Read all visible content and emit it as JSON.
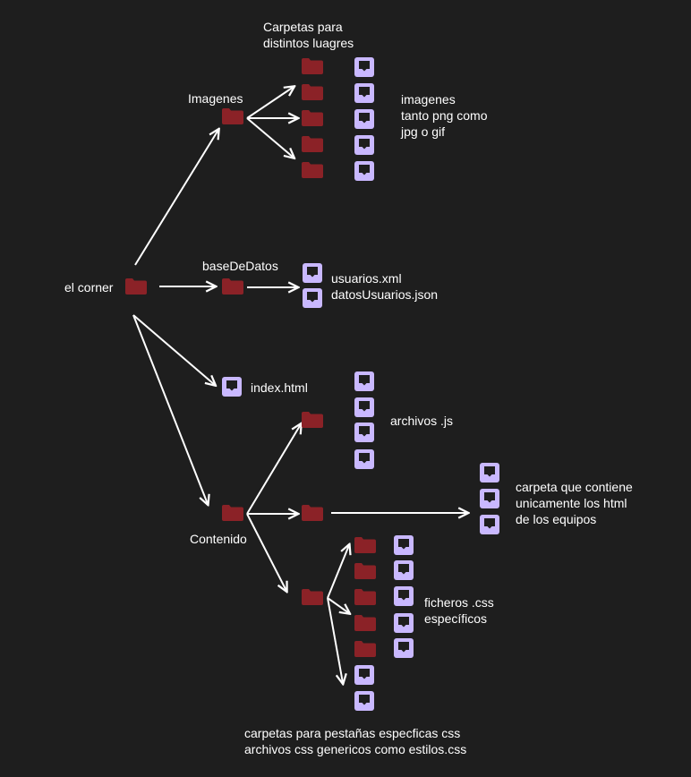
{
  "labels": {
    "root": "el corner",
    "imagenes": "Imagenes",
    "carpetas_line1": "Carpetas para",
    "carpetas_line2": "distintos luagres",
    "imagenes_desc_line1": "imagenes",
    "imagenes_desc_line2": "tanto png como",
    "imagenes_desc_line3": "jpg o gif",
    "base_de_datos": "baseDeDatos",
    "usuarios_xml": "usuarios.xml",
    "datos_usuarios_json": "datosUsuarios.json",
    "index_html": "index.html",
    "archivos_js": "archivos .js",
    "contenido": "Contenido",
    "carpeta_html_line1": "carpeta que contiene",
    "carpeta_html_line2": "unicamente los html",
    "carpeta_html_line3": "de los equipos",
    "ficheros_css_line1": "ficheros .css",
    "ficheros_css_line2": "específicos",
    "bottom_line1": "carpetas para pestañas especficas css",
    "bottom_line2": "archivos css genericos como estilos.css"
  },
  "colors": {
    "background": "#1e1e1e",
    "folder": "#8b2227",
    "file": "#c9b8ff",
    "arrow": "#ffffff"
  },
  "icons": {
    "folder": "folder-icon",
    "file": "file-icon"
  }
}
